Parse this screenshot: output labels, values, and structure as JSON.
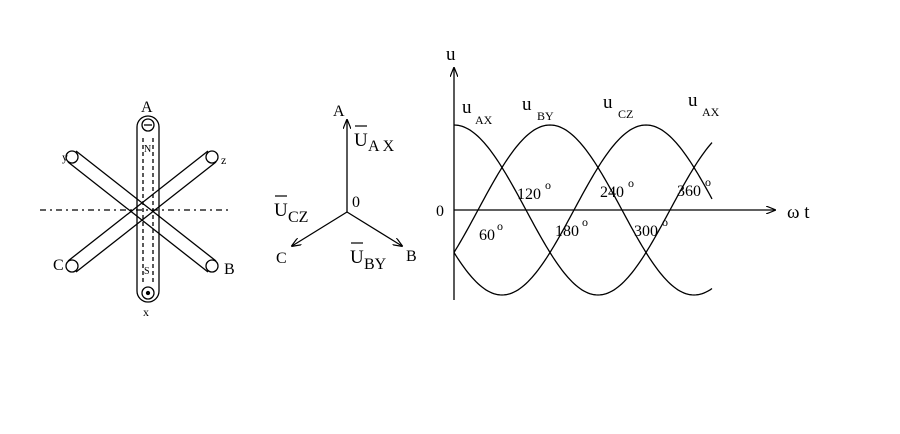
{
  "generator": {
    "phase_top": "A",
    "phase_bottom": "x",
    "phase_y": "y",
    "phase_z": "z",
    "phase_c": "C",
    "phase_b": "B",
    "pole_n": "N",
    "pole_s": "S"
  },
  "phasor": {
    "label_a": "A",
    "label_b": "B",
    "label_c": "C",
    "origin": "0",
    "u_ax_main": "U",
    "u_ax_sub": "A X",
    "u_cz_main": "U",
    "u_cz_sub": "CZ",
    "u_by_main": "U",
    "u_by_sub": "BY"
  },
  "waveform": {
    "y_axis": "u",
    "x_axis": "ω t",
    "origin": "0",
    "curves": [
      {
        "main": "u",
        "sub": "AX"
      },
      {
        "main": "u",
        "sub": "BY"
      },
      {
        "main": "u",
        "sub": "CZ"
      },
      {
        "main": "u",
        "sub": "AX"
      }
    ],
    "angles_top": [
      "120",
      "240",
      "360"
    ],
    "angles_bottom": [
      "60",
      "180",
      "300"
    ],
    "degree_symbol": "o"
  }
}
